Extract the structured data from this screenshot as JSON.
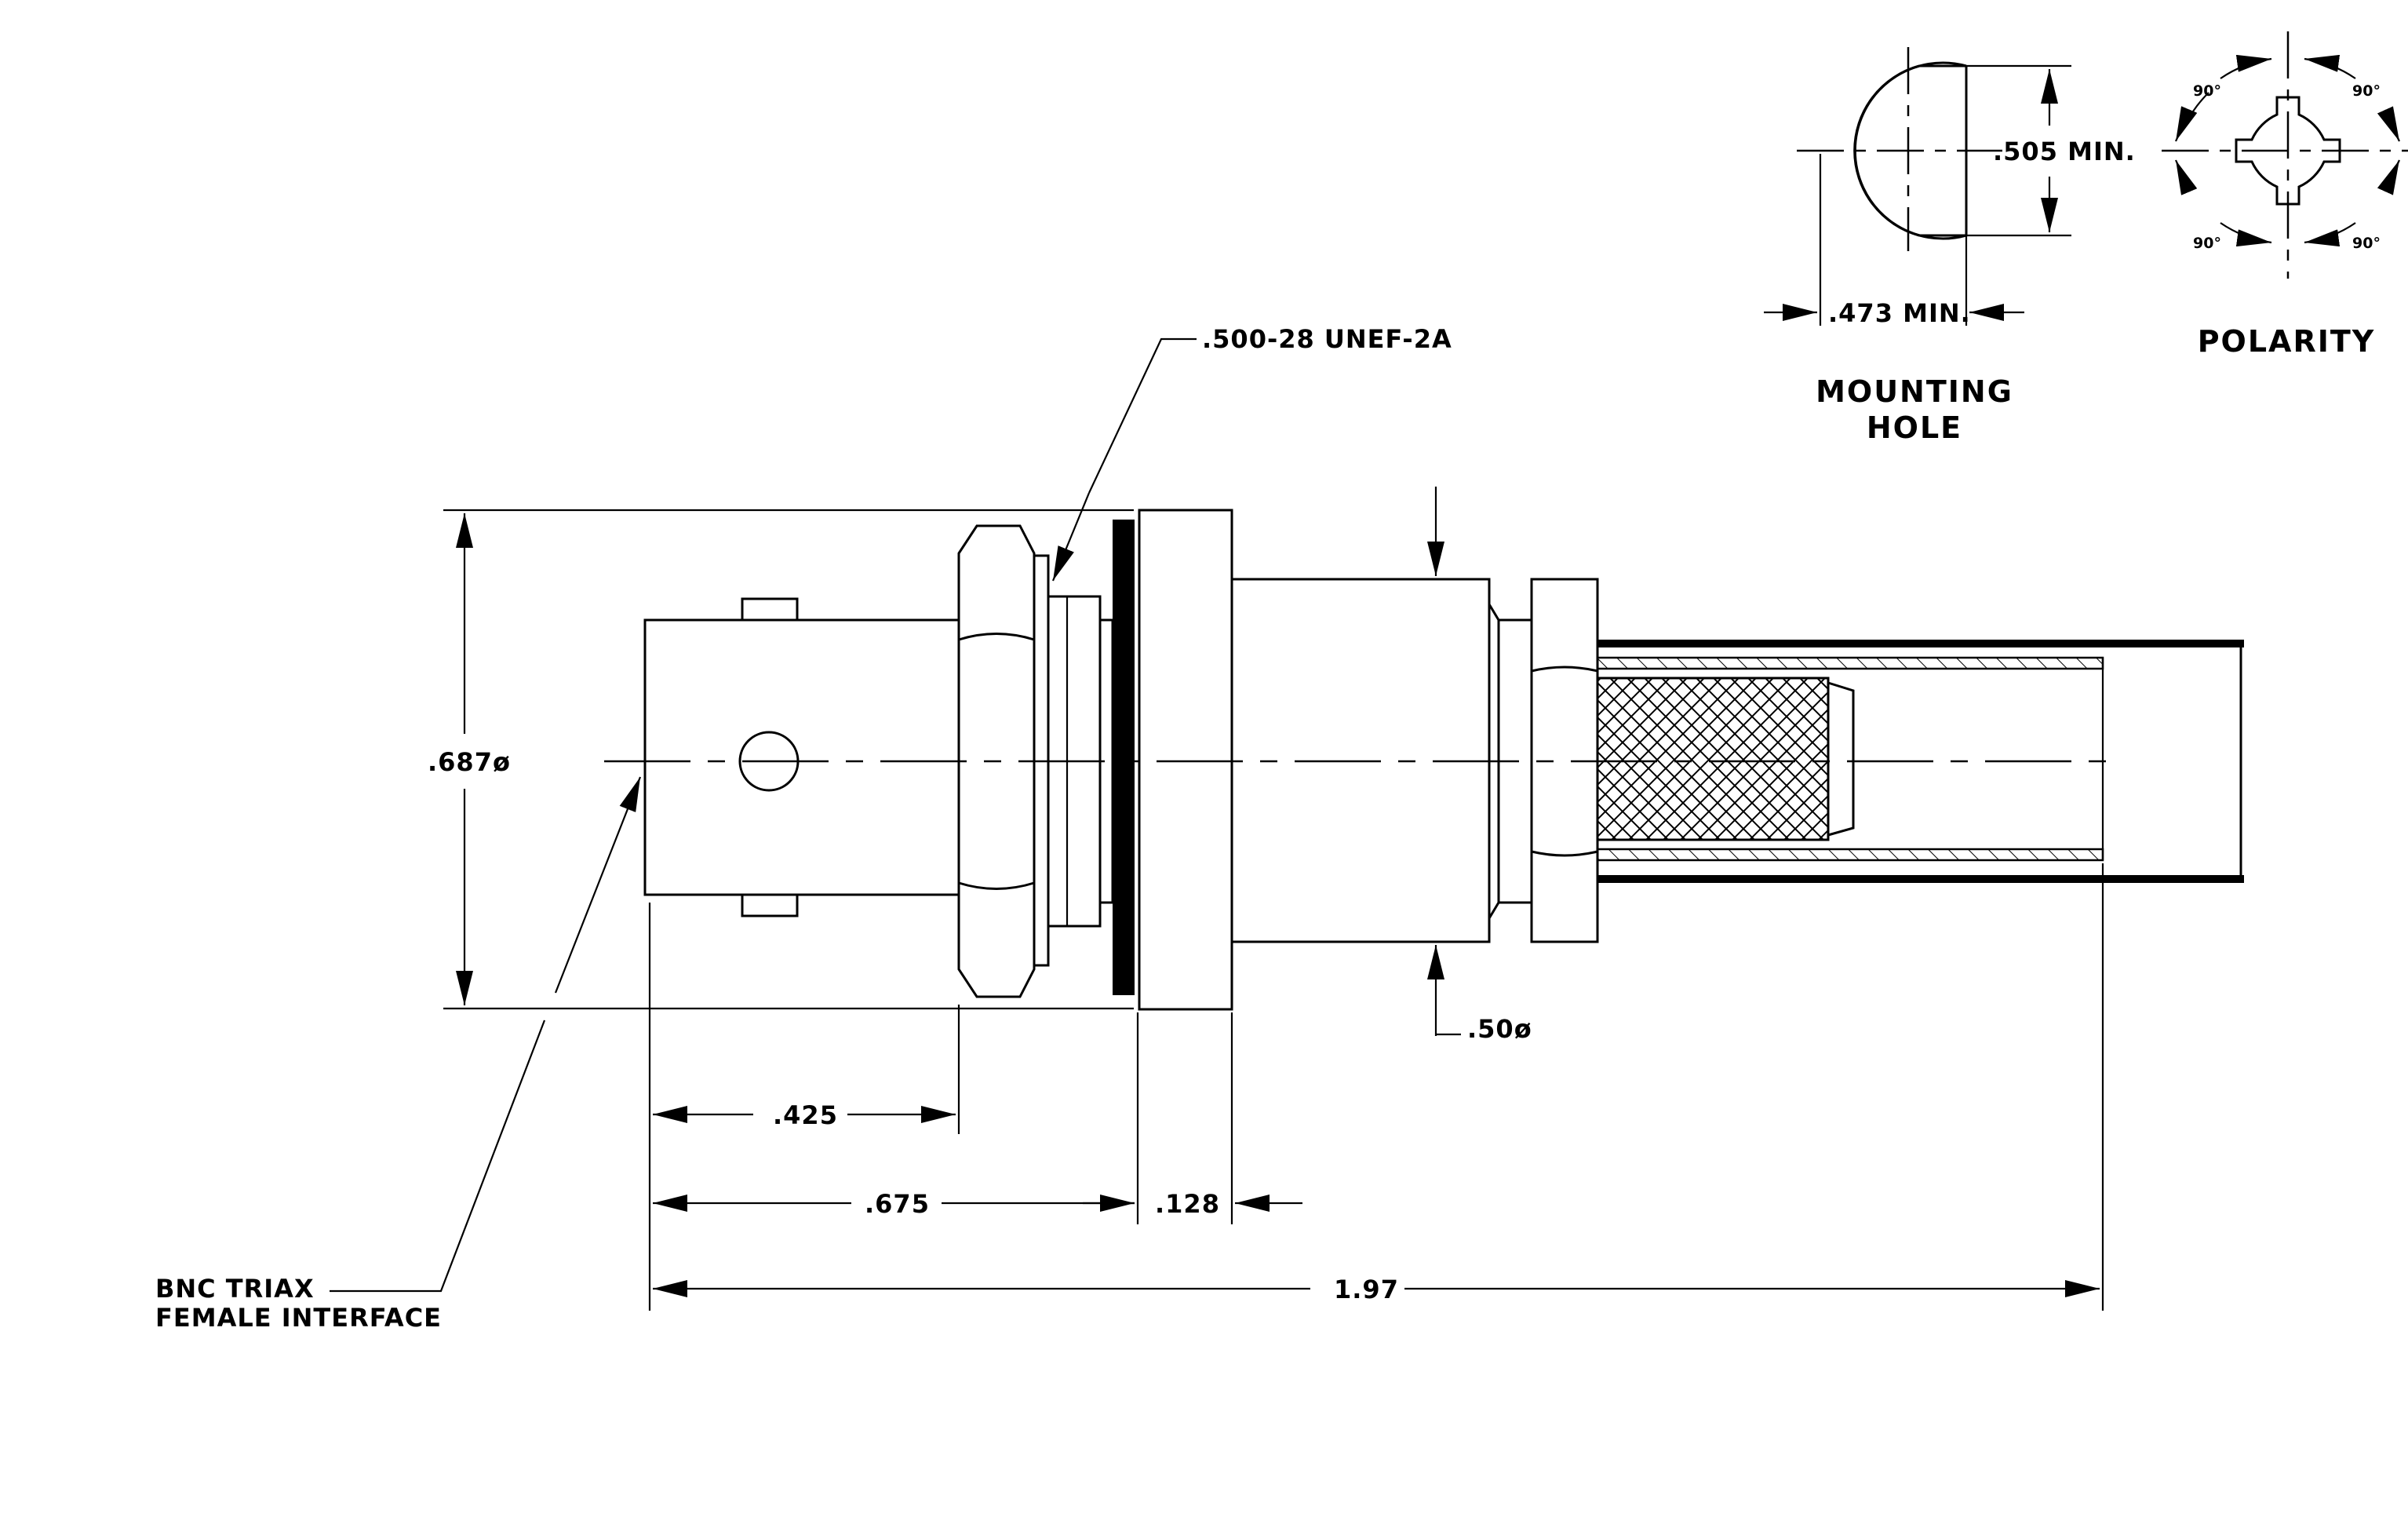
{
  "drawing": {
    "thread_callout": ".500-28 UNEF-2A",
    "body_diameter": ".687ø",
    "rear_diameter": ".50ø",
    "dim_425": ".425",
    "dim_675": ".675",
    "dim_128": ".128",
    "dim_197": "1.97",
    "interface_line1": "BNC TRIAX",
    "interface_line2": "FEMALE INTERFACE"
  },
  "mounting_hole": {
    "height_dim": ".505  MIN.",
    "width_dim": ".473  MIN.",
    "title_line1": "MOUNTING",
    "title_line2": "HOLE"
  },
  "polarity": {
    "title": "POLARITY",
    "angle_tl": "90°",
    "angle_tr": "90°",
    "angle_bl": "90°",
    "angle_br": "90°"
  }
}
